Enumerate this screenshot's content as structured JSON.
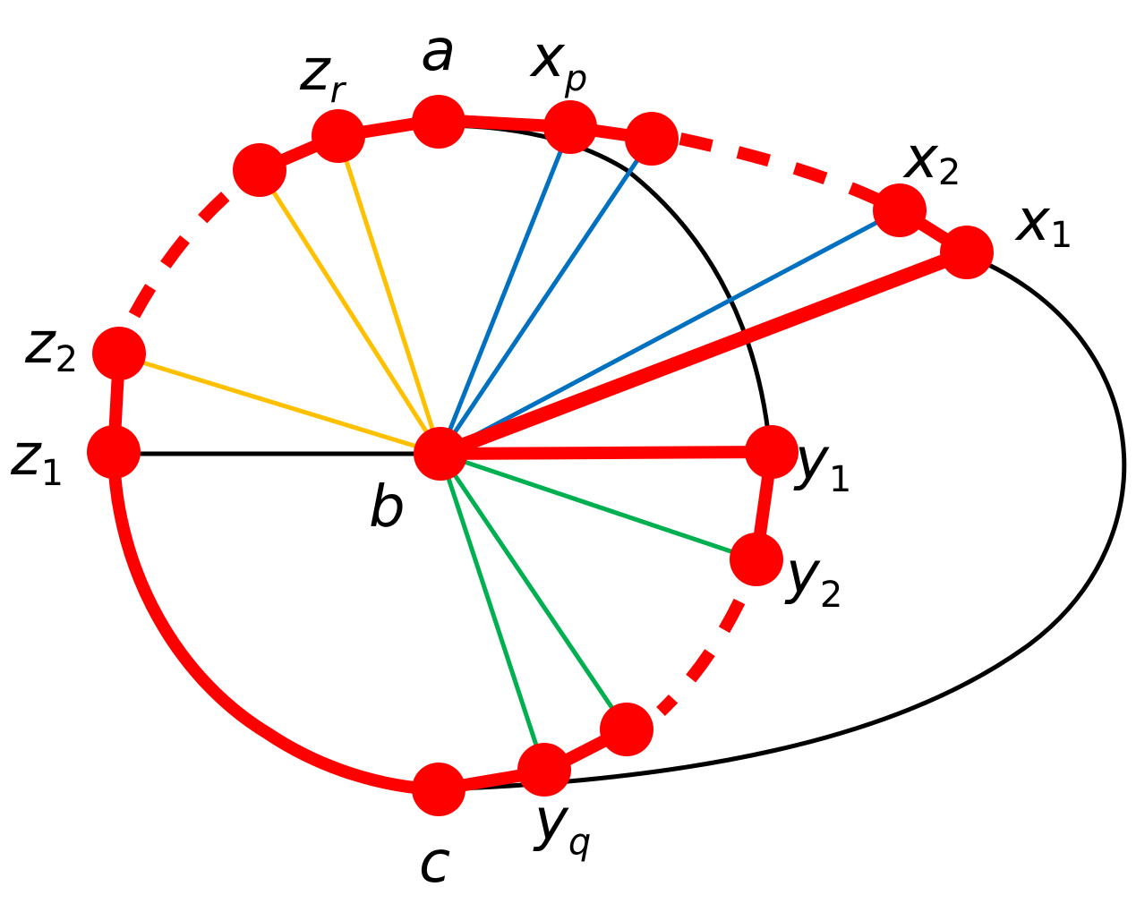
{
  "colors": {
    "path": "#ff0000",
    "cycle": "#000000",
    "z_edges": "#ffc000",
    "x_edges": "#0070c0",
    "y_edges": "#00b050",
    "background": "#ffffff"
  },
  "labels": {
    "a": {
      "base": "a",
      "sub": ""
    },
    "b": {
      "base": "b",
      "sub": ""
    },
    "c": {
      "base": "c",
      "sub": ""
    },
    "zr": {
      "base": "z",
      "sub": "r"
    },
    "xp": {
      "base": "x",
      "sub": "p"
    },
    "x2": {
      "base": "x",
      "sub": "2"
    },
    "x1": {
      "base": "x",
      "sub": "1"
    },
    "z2": {
      "base": "z",
      "sub": "2"
    },
    "z1": {
      "base": "z",
      "sub": "1"
    },
    "y1": {
      "base": "y",
      "sub": "1"
    },
    "y2": {
      "base": "y",
      "sub": "2"
    },
    "yq": {
      "base": "y",
      "sub": "q"
    }
  }
}
